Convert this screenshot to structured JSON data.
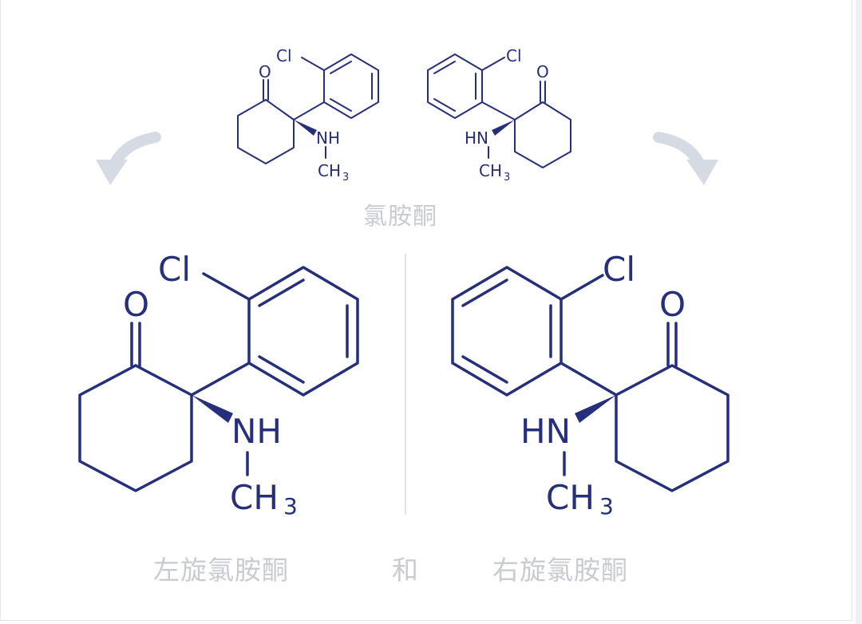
{
  "colors": {
    "structure": "#252f7c",
    "caption": "#c9cbd1",
    "arrow": "#d6dae2",
    "divider": "#e2e4e8"
  },
  "molecule_name": "氯胺酮",
  "left_caption": "左旋氯胺酮",
  "conjunction": "和",
  "right_caption": "右旋氯胺酮",
  "atoms": {
    "cl": "Cl",
    "o": "O",
    "nh": "NH",
    "hn": "HN",
    "ch": "CH",
    "sub3": "3"
  }
}
